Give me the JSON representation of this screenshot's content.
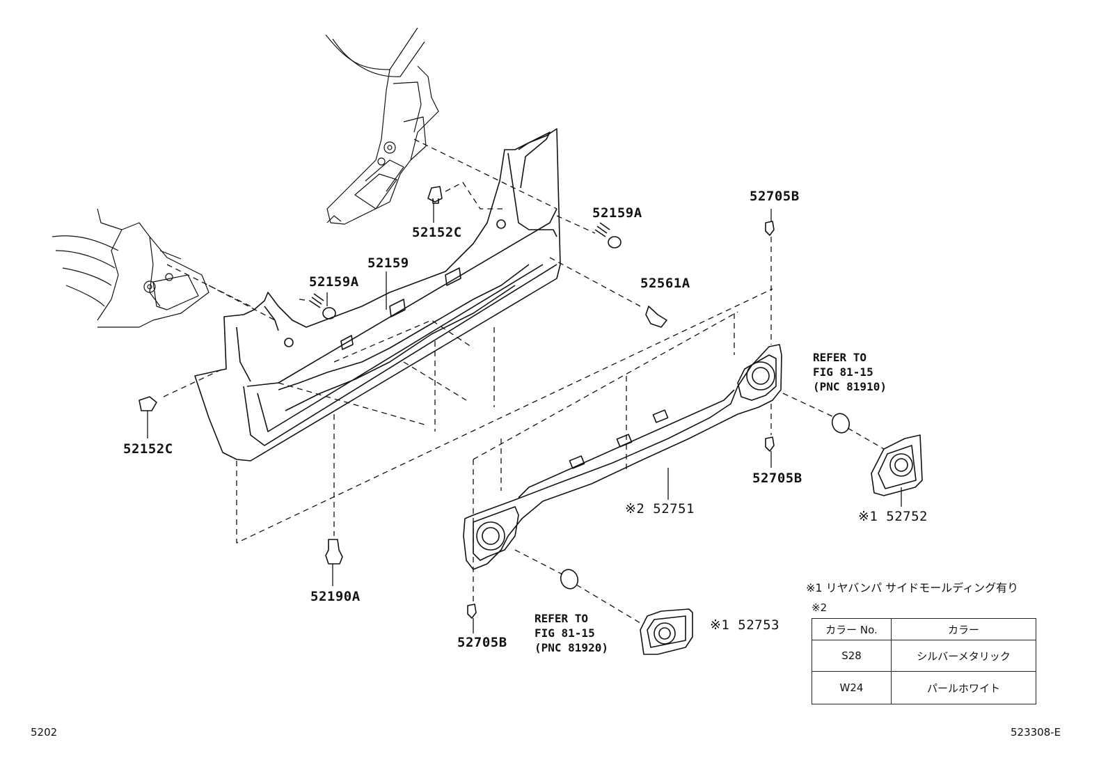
{
  "callouts": {
    "c_52159A_top": "52159A",
    "c_52152C_top": "52152C",
    "c_52705B_top": "52705B",
    "c_52159": "52159",
    "c_52159A_left": "52159A",
    "c_52561A": "52561A",
    "c_52152C_left": "52152C",
    "c_52705B_mid": "52705B",
    "c_52751": "※2 52751",
    "c_52752": "※1 52752",
    "c_52190A": "52190A",
    "c_52705B_bottom": "52705B",
    "c_52753": "※1 52753"
  },
  "refs": {
    "ref_upper": "REFER TO\nFIG 81-15\n(PNC 81910)",
    "ref_lower": "REFER TO\nFIG 81-15\n(PNC 81920)"
  },
  "notes": {
    "note1": "※1 リヤバンパ サイドモールディング有り",
    "note2": "※2"
  },
  "color_table": {
    "headers": [
      "カラー No.",
      "カラー"
    ],
    "rows": [
      [
        "S28",
        "シルバーメタリック"
      ],
      [
        "W24",
        "パールホワイト"
      ]
    ]
  },
  "footer": {
    "page_code": "5202",
    "figure_code": "523308-E"
  }
}
